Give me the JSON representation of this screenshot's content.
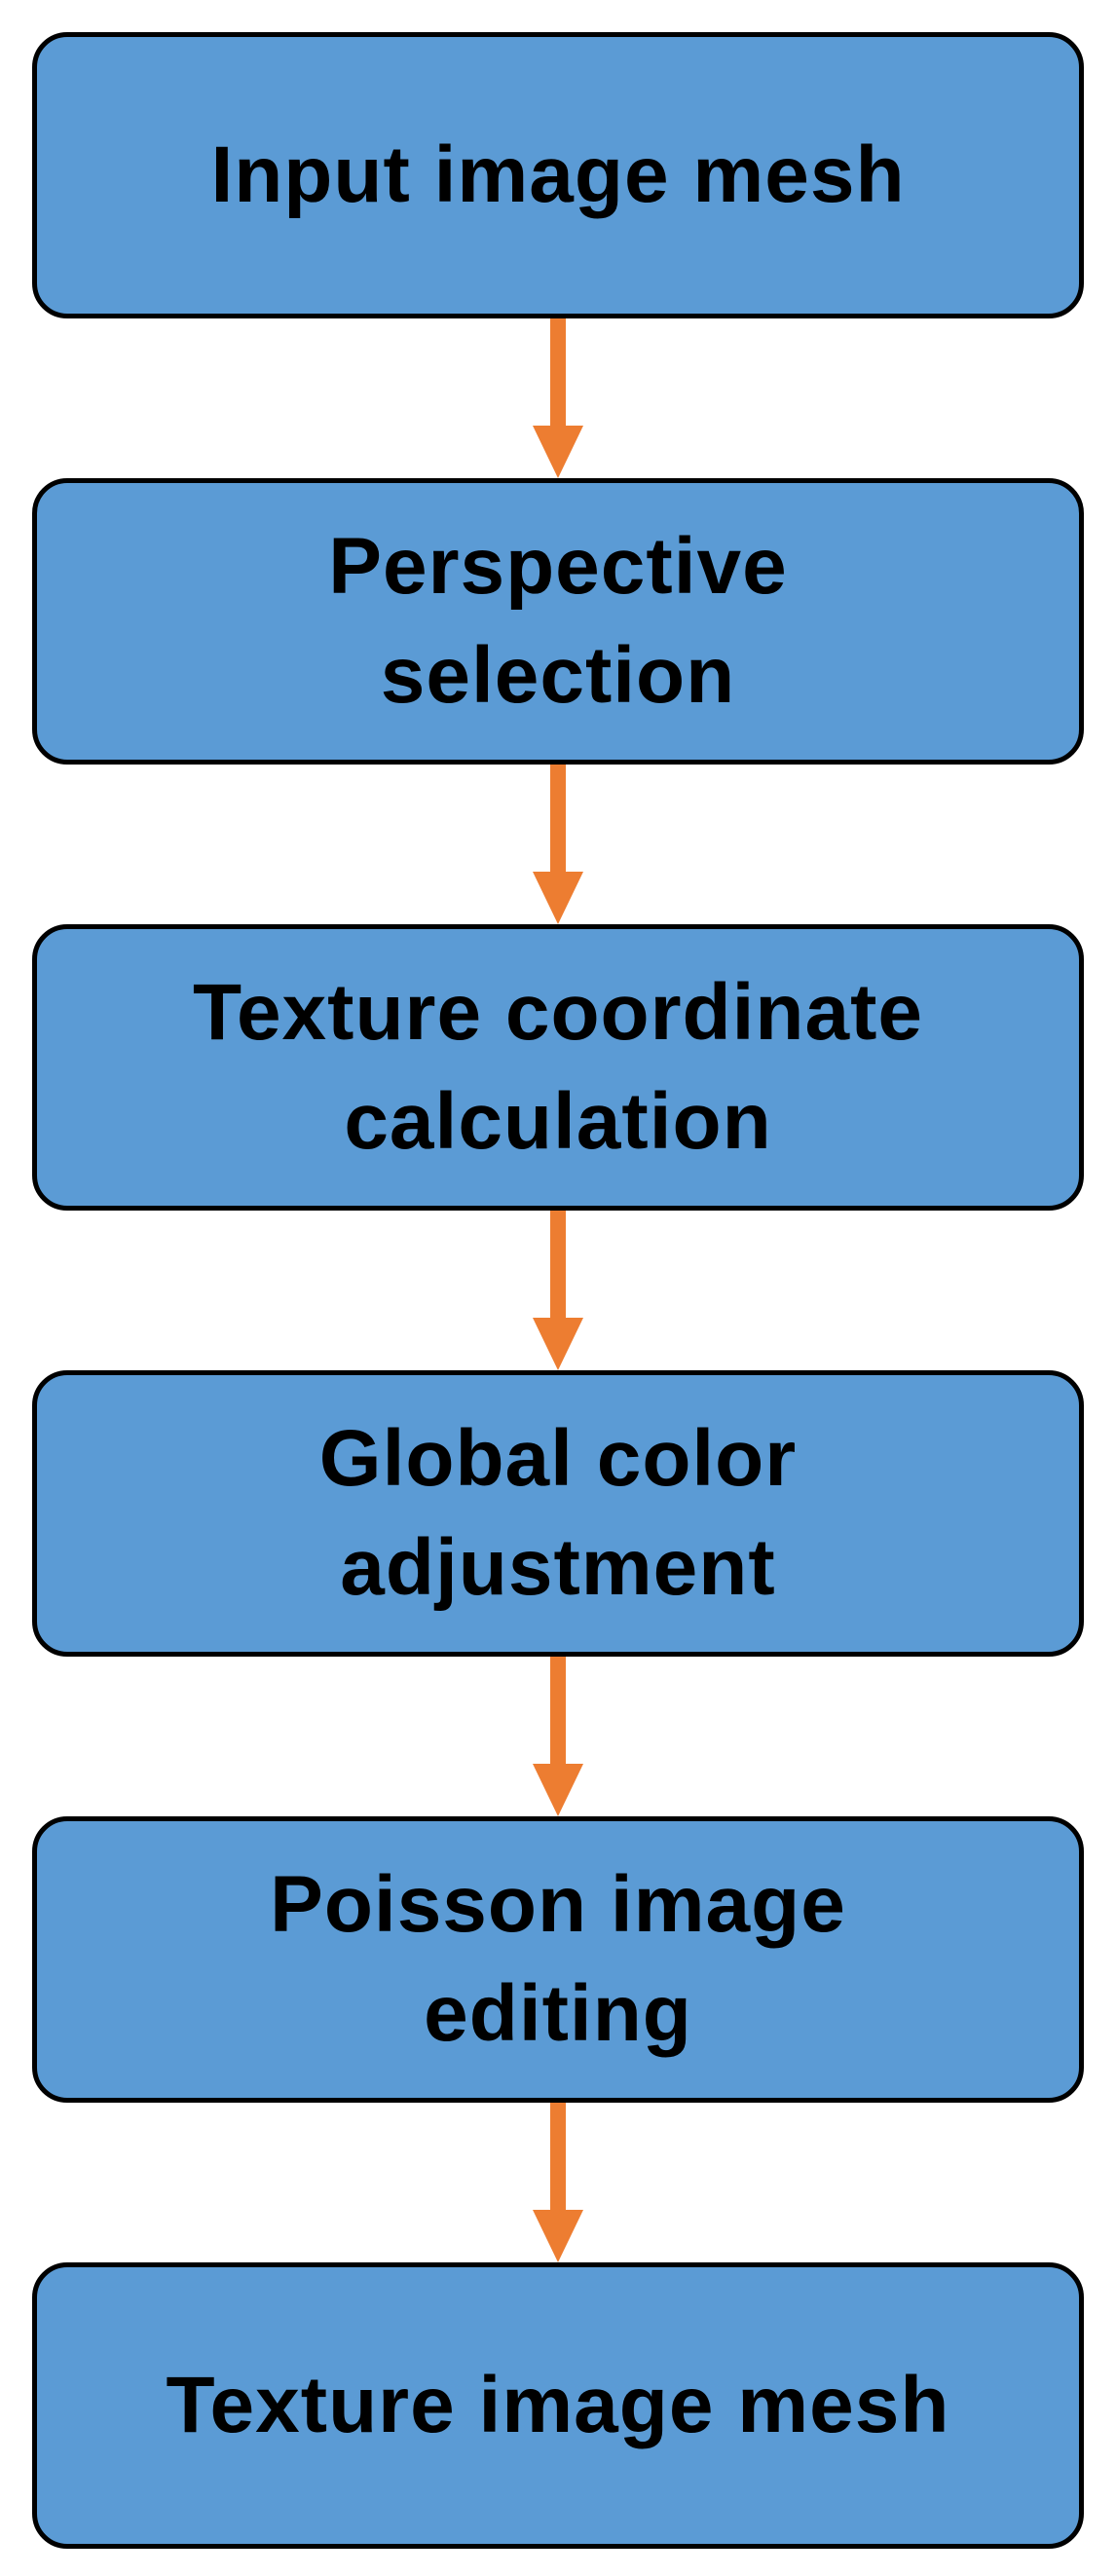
{
  "diagram": {
    "type": "flowchart",
    "direction": "top-to-bottom",
    "nodes": [
      {
        "id": "input-image-mesh",
        "line1": "Input image mesh",
        "line2": ""
      },
      {
        "id": "perspective-selection",
        "line1": "Perspective",
        "line2": "selection"
      },
      {
        "id": "texture-coordinate-calculation",
        "line1": "Texture coordinate",
        "line2": "calculation"
      },
      {
        "id": "global-color-adjustment",
        "line1": "Global color",
        "line2": "adjustment"
      },
      {
        "id": "poisson-image-editing",
        "line1": "Poisson image",
        "line2": "editing"
      },
      {
        "id": "texture-image-mesh",
        "line1": "Texture image mesh",
        "line2": ""
      }
    ],
    "connector_count": 5
  },
  "colors": {
    "node_fill": "#5B9BD5",
    "node_border": "#000000",
    "node_text": "#000000",
    "arrow": "#ED7D31",
    "background": "#FFFFFF"
  }
}
